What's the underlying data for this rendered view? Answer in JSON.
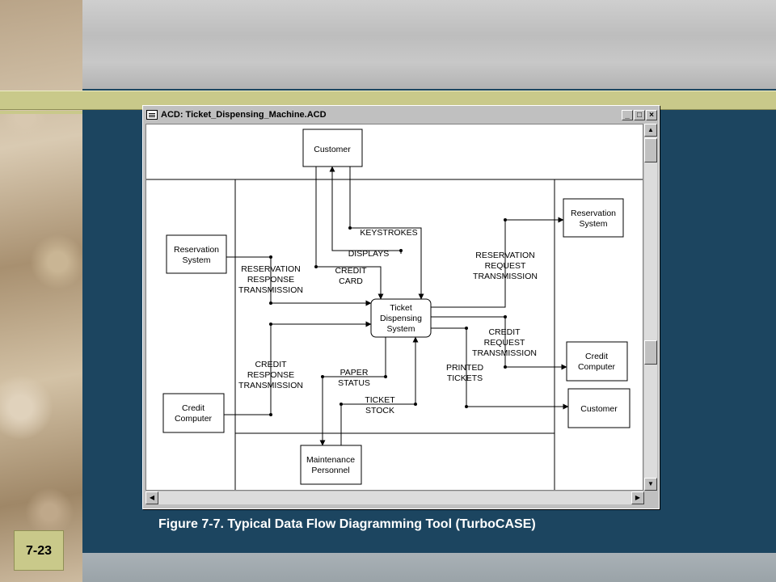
{
  "window": {
    "title": "ACD: Ticket_Dispensing_Machine.ACD",
    "btn_minimize": "_",
    "btn_maximize": "□",
    "btn_close": "×"
  },
  "diagram": {
    "nodes": {
      "customer_top": [
        "Customer"
      ],
      "reservation_left": [
        "Reservation",
        "System"
      ],
      "credit_left": [
        "Credit",
        "Computer"
      ],
      "process": [
        "Ticket",
        "Dispensing",
        "System"
      ],
      "maintenance": [
        "Maintenance",
        "Personnel"
      ],
      "reservation_right": [
        "Reservation",
        "System"
      ],
      "credit_right": [
        "Credit",
        "Computer"
      ],
      "customer_right": [
        "Customer"
      ]
    },
    "flows": {
      "keystrokes": [
        "KEYSTROKES"
      ],
      "displays": [
        "DISPLAYS"
      ],
      "credit_card": [
        "CREDIT",
        "CARD"
      ],
      "res_response": [
        "RESERVATION",
        "RESPONSE",
        "TRANSMISSION"
      ],
      "res_request": [
        "RESERVATION",
        "REQUEST",
        "TRANSMISSION"
      ],
      "credit_request": [
        "CREDIT",
        "REQUEST",
        "TRANSMISSION"
      ],
      "credit_response": [
        "CREDIT",
        "RESPONSE",
        "TRANSMISSION"
      ],
      "paper_status": [
        "PAPER",
        "STATUS"
      ],
      "ticket_stock": [
        "TICKET",
        "STOCK"
      ],
      "printed_tickets": [
        "PRINTED",
        "TICKETS"
      ]
    }
  },
  "caption": "Figure 7-7.  Typical Data Flow Diagramming Tool (TurboCASE)",
  "slide_number": "7-23"
}
